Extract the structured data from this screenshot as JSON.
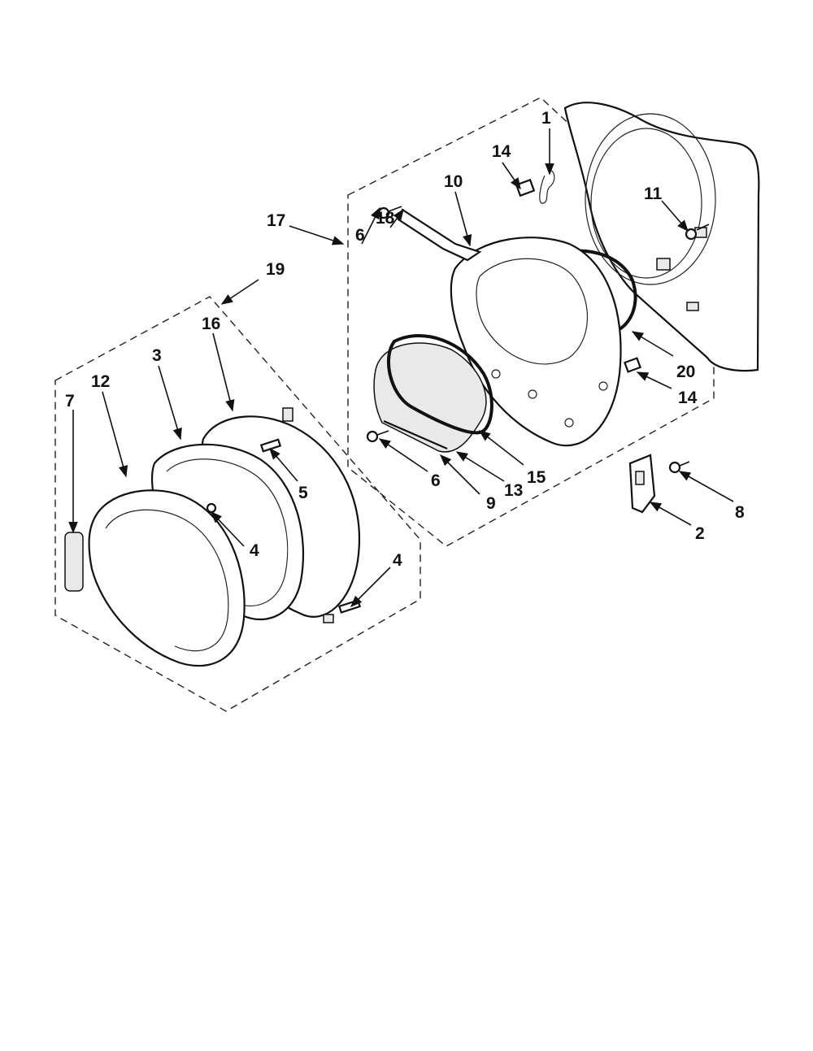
{
  "callouts": {
    "c1": "1",
    "c2": "2",
    "c3": "3",
    "c4a": "4",
    "c4b": "4",
    "c5": "5",
    "c6a": "6",
    "c6b": "6",
    "c7": "7",
    "c8": "8",
    "c9": "9",
    "c10": "10",
    "c11": "11",
    "c12": "12",
    "c13": "13",
    "c14a": "14",
    "c14b": "14",
    "c15": "15",
    "c16": "16",
    "c17": "17",
    "c18": "18",
    "c19": "19",
    "c20": "20"
  }
}
